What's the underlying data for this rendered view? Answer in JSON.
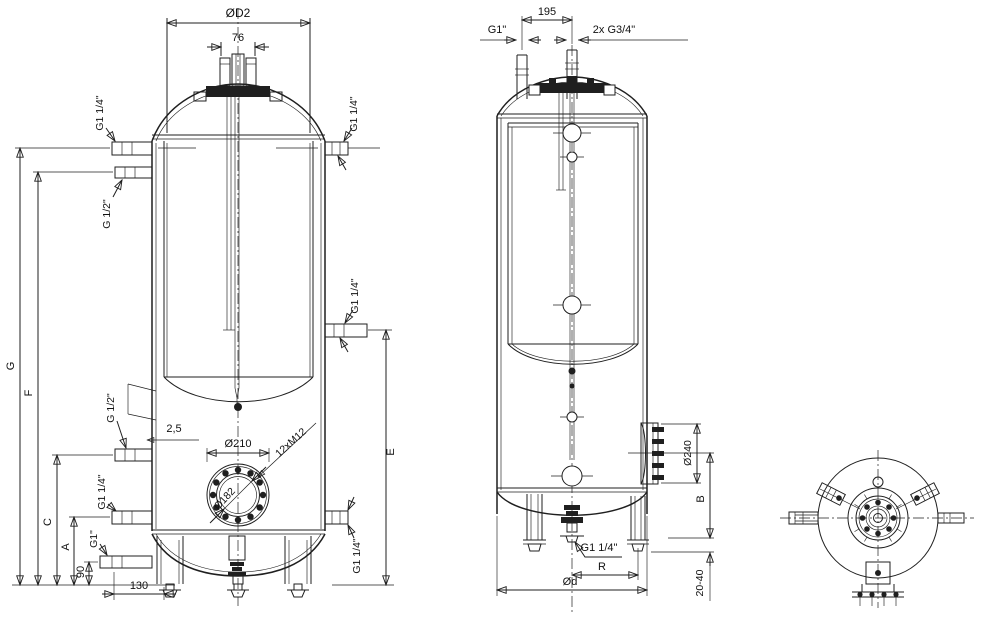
{
  "colors": {
    "line": "#1f1f1f",
    "background": "#ffffff"
  },
  "front_view": {
    "top_diameter": "ØD2",
    "heater_width": "76",
    "ports_left": [
      "G1 1/4\"",
      "G 1/2\"",
      "G 1/2\"",
      "G1 1/4\"",
      "G1\""
    ],
    "ports_right": [
      "G1 1/4\"",
      "G1 1/4\"",
      "G1 1/4\""
    ],
    "height_dims": [
      "G",
      "F",
      "C",
      "A",
      "90"
    ],
    "right_height_dim": "E",
    "base_width": "130",
    "wall_thickness": "2,5",
    "manhole": {
      "bolt_circle": "Ø210",
      "opening": "Ø182",
      "bolts": "12xM12"
    }
  },
  "side_view": {
    "pipe_offset": "195",
    "port_top_left": "G1\"",
    "port_top_right": "2x G3/4\"",
    "side_flange": "Ø240",
    "flange_height": "B",
    "foot_adjust": "20-40",
    "port_bottom": "G1 1/4\"",
    "foot_radius": "R",
    "base_diameter": "Ød"
  }
}
